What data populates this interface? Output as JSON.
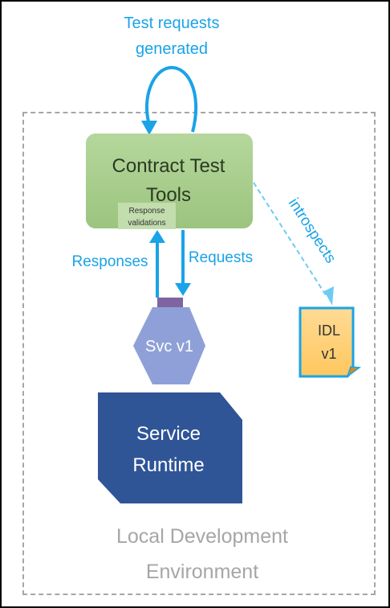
{
  "labels": {
    "loop_line1": "Test requests",
    "loop_line2": "generated",
    "tools_line1": "Contract Test",
    "tools_line2": "Tools",
    "validation_line1": "Response",
    "validation_line2": "validations",
    "responses": "Responses",
    "requests": "Requests",
    "introspects": "introspects",
    "svc": "Svc v1",
    "idl_line1": "IDL",
    "idl_line2": "v1",
    "runtime_line1": "Service",
    "runtime_line2": "Runtime",
    "env_line1": "Local Development",
    "env_line2": "Environment"
  },
  "colors": {
    "arrow": "#1aa3e8",
    "arrow_light": "#6ecbf2",
    "tools_fill": "#a9d18e",
    "svc_fill": "#8fa0d8",
    "svc_port": "#8064a2",
    "idl_fill": "#ffd079",
    "idl_border": "#1aa3e8",
    "runtime_fill": "#2f5597",
    "env_text": "#a6a6a6"
  }
}
